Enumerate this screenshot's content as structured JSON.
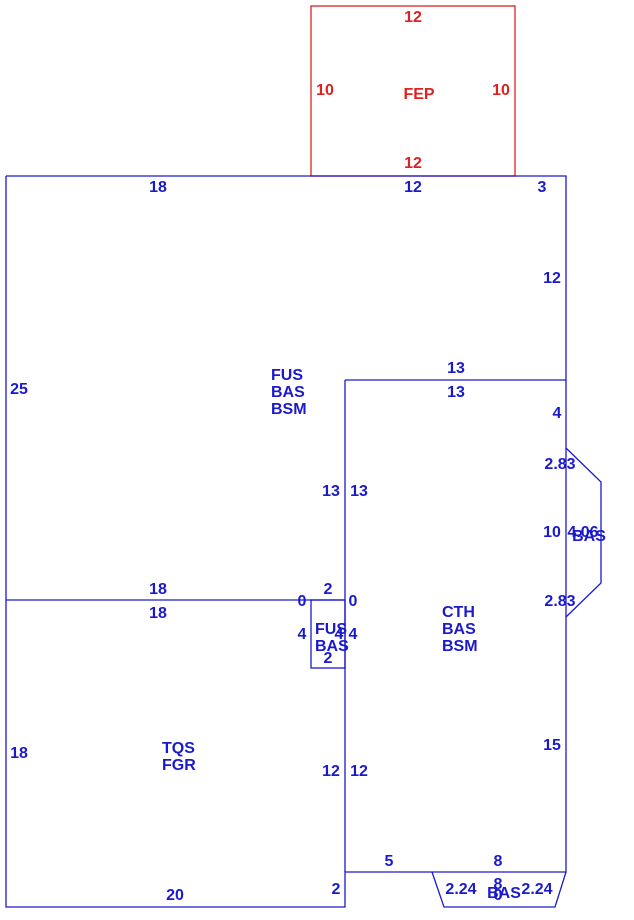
{
  "colors": {
    "main": "#1a1acc",
    "porch": "#dd2222",
    "background": "#ffffff"
  },
  "fep": {
    "codes": [
      "FEP"
    ],
    "top": "12",
    "bottom": "12",
    "left": "10",
    "right": "10"
  },
  "main_area": {
    "codes": [
      "FUS",
      "BAS",
      "BSM"
    ],
    "top_left": "18",
    "top_mid": "12",
    "top_right": "3",
    "left": "25",
    "right_upper": "12",
    "bottom_outer": "18",
    "step_a": "0",
    "step_b": "2"
  },
  "wing": {
    "codes": [
      "CTH",
      "BAS",
      "BSM"
    ],
    "top_outer": "13",
    "top_inner": "13",
    "left_outer": "13",
    "left_inner": "13",
    "right_top": "4",
    "right_bottom": "15",
    "step_left": "0",
    "left_lower_outer": "12",
    "left_lower_inner": "12",
    "bottom": "5",
    "bay_top": "8"
  },
  "bay_window": {
    "codes": [
      "BAS"
    ],
    "diag_top": "2.83",
    "front": "10",
    "diag_bottom": "2.83",
    "depth": "4.06"
  },
  "small_area": {
    "codes": [
      "FUS",
      "BAS"
    ],
    "left": "4",
    "right": "4",
    "right_b": "4",
    "bottom": "2"
  },
  "garage": {
    "codes": [
      "TQS",
      "FGR"
    ],
    "top": "18",
    "left": "18",
    "bottom": "20",
    "corner": "2"
  },
  "bottom_bay": {
    "codes": [
      "BAS"
    ],
    "left": "2.24",
    "top": "8",
    "depth": "0",
    "right": "2.24"
  }
}
